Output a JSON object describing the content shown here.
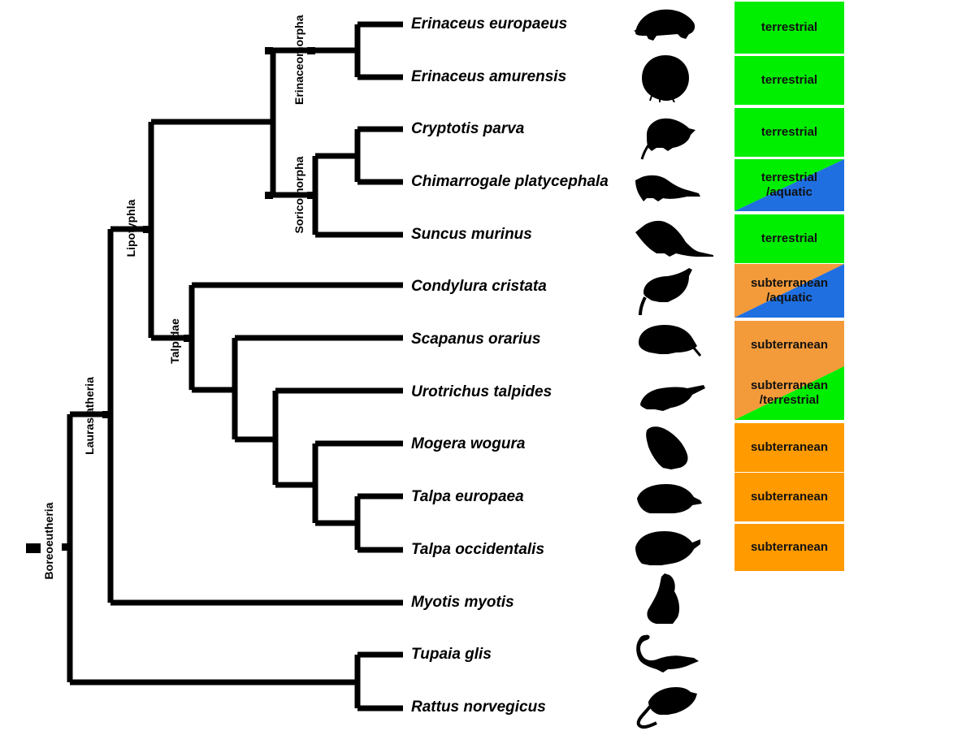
{
  "clades": {
    "boreoeutheria": "Boreoeutheria",
    "laurasiatheria": "Laurasiatheria",
    "lipotyphla": "Lipotyphla",
    "erinaceomorpha": "Erinaceomorpha",
    "soricomorpha": "Soricomorpha",
    "talpidae": "Talpidae"
  },
  "species": [
    {
      "name": "Erinaceus europaeus",
      "icon": "hedgehog-icon",
      "habitat": "terrestrial"
    },
    {
      "name": "Erinaceus amurensis",
      "icon": "hedgehog-curled-icon",
      "habitat": "terrestrial"
    },
    {
      "name": "Cryptotis parva",
      "icon": "shrew-icon",
      "habitat": "terrestrial"
    },
    {
      "name": "Chimarrogale platycephala",
      "icon": "water-shrew-icon",
      "habitat": "terrestrial\n/aquatic"
    },
    {
      "name": "Suncus murinus",
      "icon": "musk-shrew-icon",
      "habitat": "terrestrial"
    },
    {
      "name": "Condylura cristata",
      "icon": "star-nosed-mole-icon",
      "habitat": "subterranean\n/aquatic"
    },
    {
      "name": "Scapanus orarius",
      "icon": "coast-mole-icon",
      "habitat": "subterranean"
    },
    {
      "name": "Urotrichus talpides",
      "icon": "shrew-mole-icon",
      "habitat": "subterranean\n/terrestrial"
    },
    {
      "name": "Mogera wogura",
      "icon": "japanese-mole-icon",
      "habitat": "subterranean"
    },
    {
      "name": "Talpa europaea",
      "icon": "european-mole-icon",
      "habitat": "subterranean"
    },
    {
      "name": "Talpa occidentalis",
      "icon": "iberian-mole-icon",
      "habitat": "subterranean"
    },
    {
      "name": "Myotis myotis",
      "icon": "bat-icon",
      "habitat": ""
    },
    {
      "name": "Tupaia glis",
      "icon": "treeshrew-icon",
      "habitat": ""
    },
    {
      "name": "Rattus norvegicus",
      "icon": "rat-icon",
      "habitat": ""
    }
  ],
  "colors": {
    "terrestrial": "#00ee00",
    "aquatic": "#1f6fe0",
    "subterranean": "#ff9a00",
    "subterranean_light": "#f39a3a",
    "branch": "#000000"
  }
}
